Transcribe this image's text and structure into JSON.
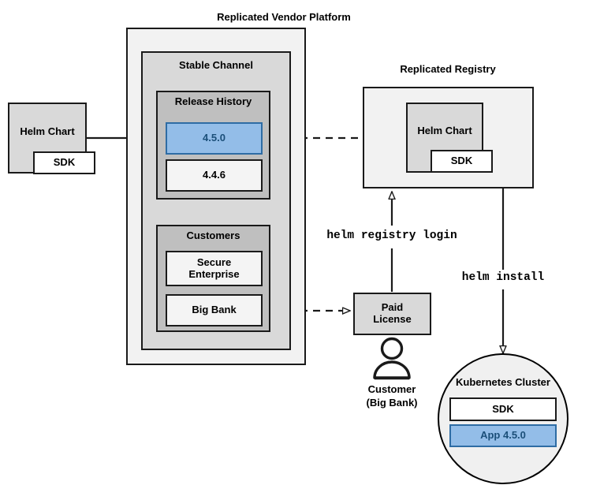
{
  "diagram": {
    "title_vendor_platform": "Replicated Vendor Platform",
    "title_registry": "Replicated Registry",
    "source": {
      "helm_chart_label": "Helm Chart",
      "sdk_label": "SDK"
    },
    "vendor_platform": {
      "stable_channel_label": "Stable Channel",
      "release_history": {
        "label": "Release History",
        "releases": [
          {
            "version": "4.5.0",
            "highlighted": true
          },
          {
            "version": "4.4.6",
            "highlighted": false
          }
        ]
      },
      "customers": {
        "label": "Customers",
        "entries": [
          {
            "name": "Secure\nEnterprise"
          },
          {
            "name": "Big Bank"
          }
        ]
      }
    },
    "registry": {
      "helm_chart_label": "Helm Chart",
      "sdk_label": "SDK"
    },
    "license": {
      "paid_license_label": "Paid\nLicense",
      "customer_caption_line1": "Customer",
      "customer_caption_line2": "(Big Bank)"
    },
    "commands": {
      "registry_login": "helm registry login",
      "install": "helm install"
    },
    "cluster": {
      "label": "Kubernetes Cluster",
      "items": [
        {
          "name": "SDK",
          "highlighted": false
        },
        {
          "name": "App 4.5.0",
          "highlighted": true
        }
      ]
    },
    "colors": {
      "accent_blue_fill": "#93bde8",
      "accent_blue_border": "#2e6ca4",
      "accent_blue_text": "#1b4f79",
      "outer_gray": "#f2f2f2",
      "mid_gray": "#d9d9d9",
      "inner_gray": "#bfbfbf",
      "stroke": "#1a1a1a",
      "background": "#ffffff"
    }
  }
}
